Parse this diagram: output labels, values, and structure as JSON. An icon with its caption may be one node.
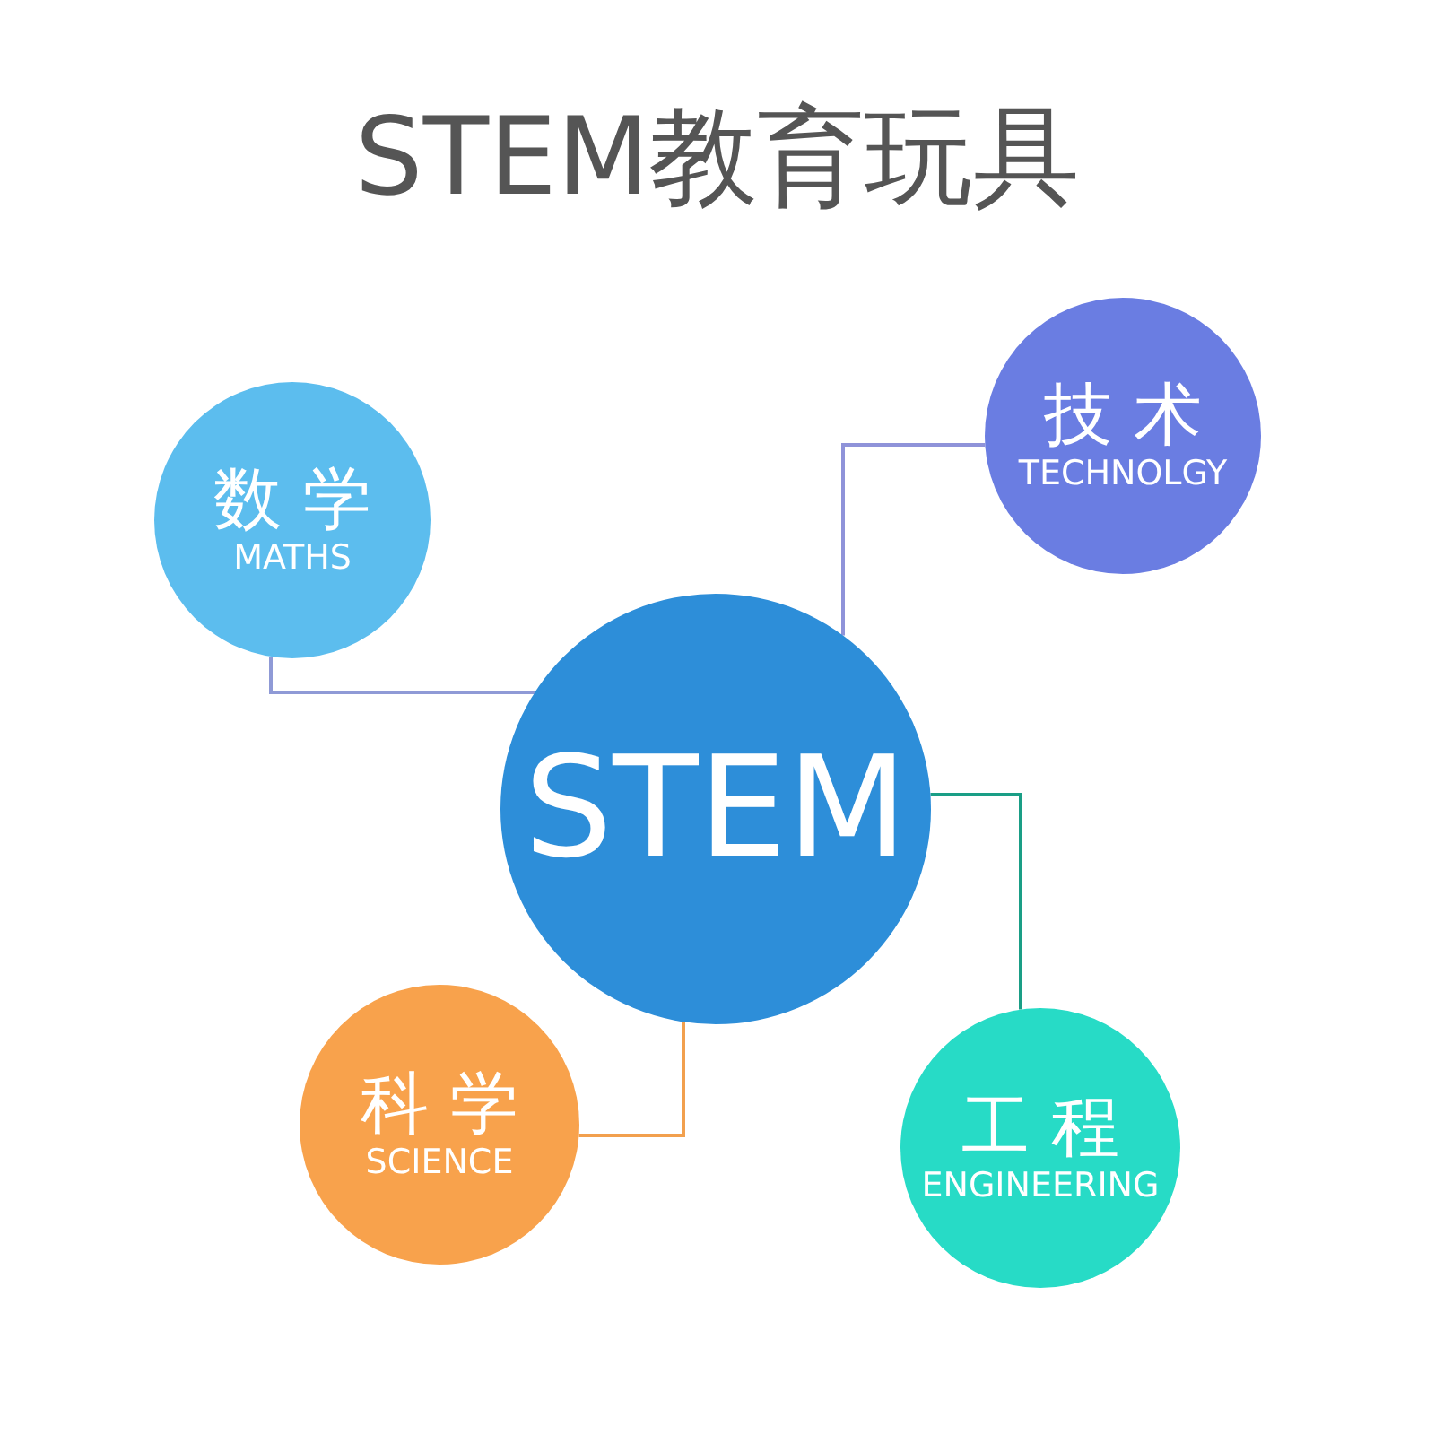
{
  "diagram": {
    "title": "STEM教育玩具",
    "nodes": [
      {
        "text": [
          "技术",
          "TECHNOLGY"
        ]
      },
      {
        "text": [
          "数学",
          "MATHS"
        ]
      },
      {
        "text": [
          "STEM"
        ]
      },
      {
        "text": [
          "科学",
          "SCIENCE"
        ]
      },
      {
        "text": [
          "工程",
          "ENGINEERING"
        ]
      }
    ],
    "edges": [
      {
        "from": 2,
        "to": 0,
        "arrow": "none",
        "color": "#8f93d9"
      },
      {
        "from": 2,
        "to": 1,
        "arrow": "none",
        "color": "#8f9ad6"
      },
      {
        "from": 2,
        "to": 3,
        "arrow": "none",
        "color": "#f2a04e"
      },
      {
        "from": 2,
        "to": 4,
        "arrow": "none",
        "color": "#1a9e86"
      }
    ]
  }
}
